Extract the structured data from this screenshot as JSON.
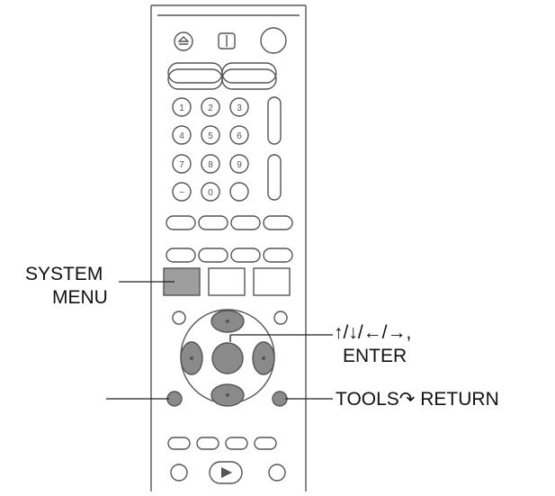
{
  "callouts": {
    "system_menu_line1": "SYSTEM",
    "system_menu_line2": "MENU",
    "arrows_line1": "↑/↓/←/→,",
    "arrows_line2": "ENTER",
    "tools_return": "TOOLS↷ RETURN"
  },
  "keypad": {
    "row1": [
      "1",
      "2",
      "3"
    ],
    "row2": [
      "4",
      "5",
      "6"
    ],
    "row3": [
      "7",
      "8",
      "9"
    ],
    "row4": [
      "−",
      "0",
      ""
    ]
  },
  "colors": {
    "outline": "#555555",
    "system_menu_fill": "#9e9e9e",
    "highlight_fill": "#8a8a8a",
    "background": "#ffffff"
  }
}
